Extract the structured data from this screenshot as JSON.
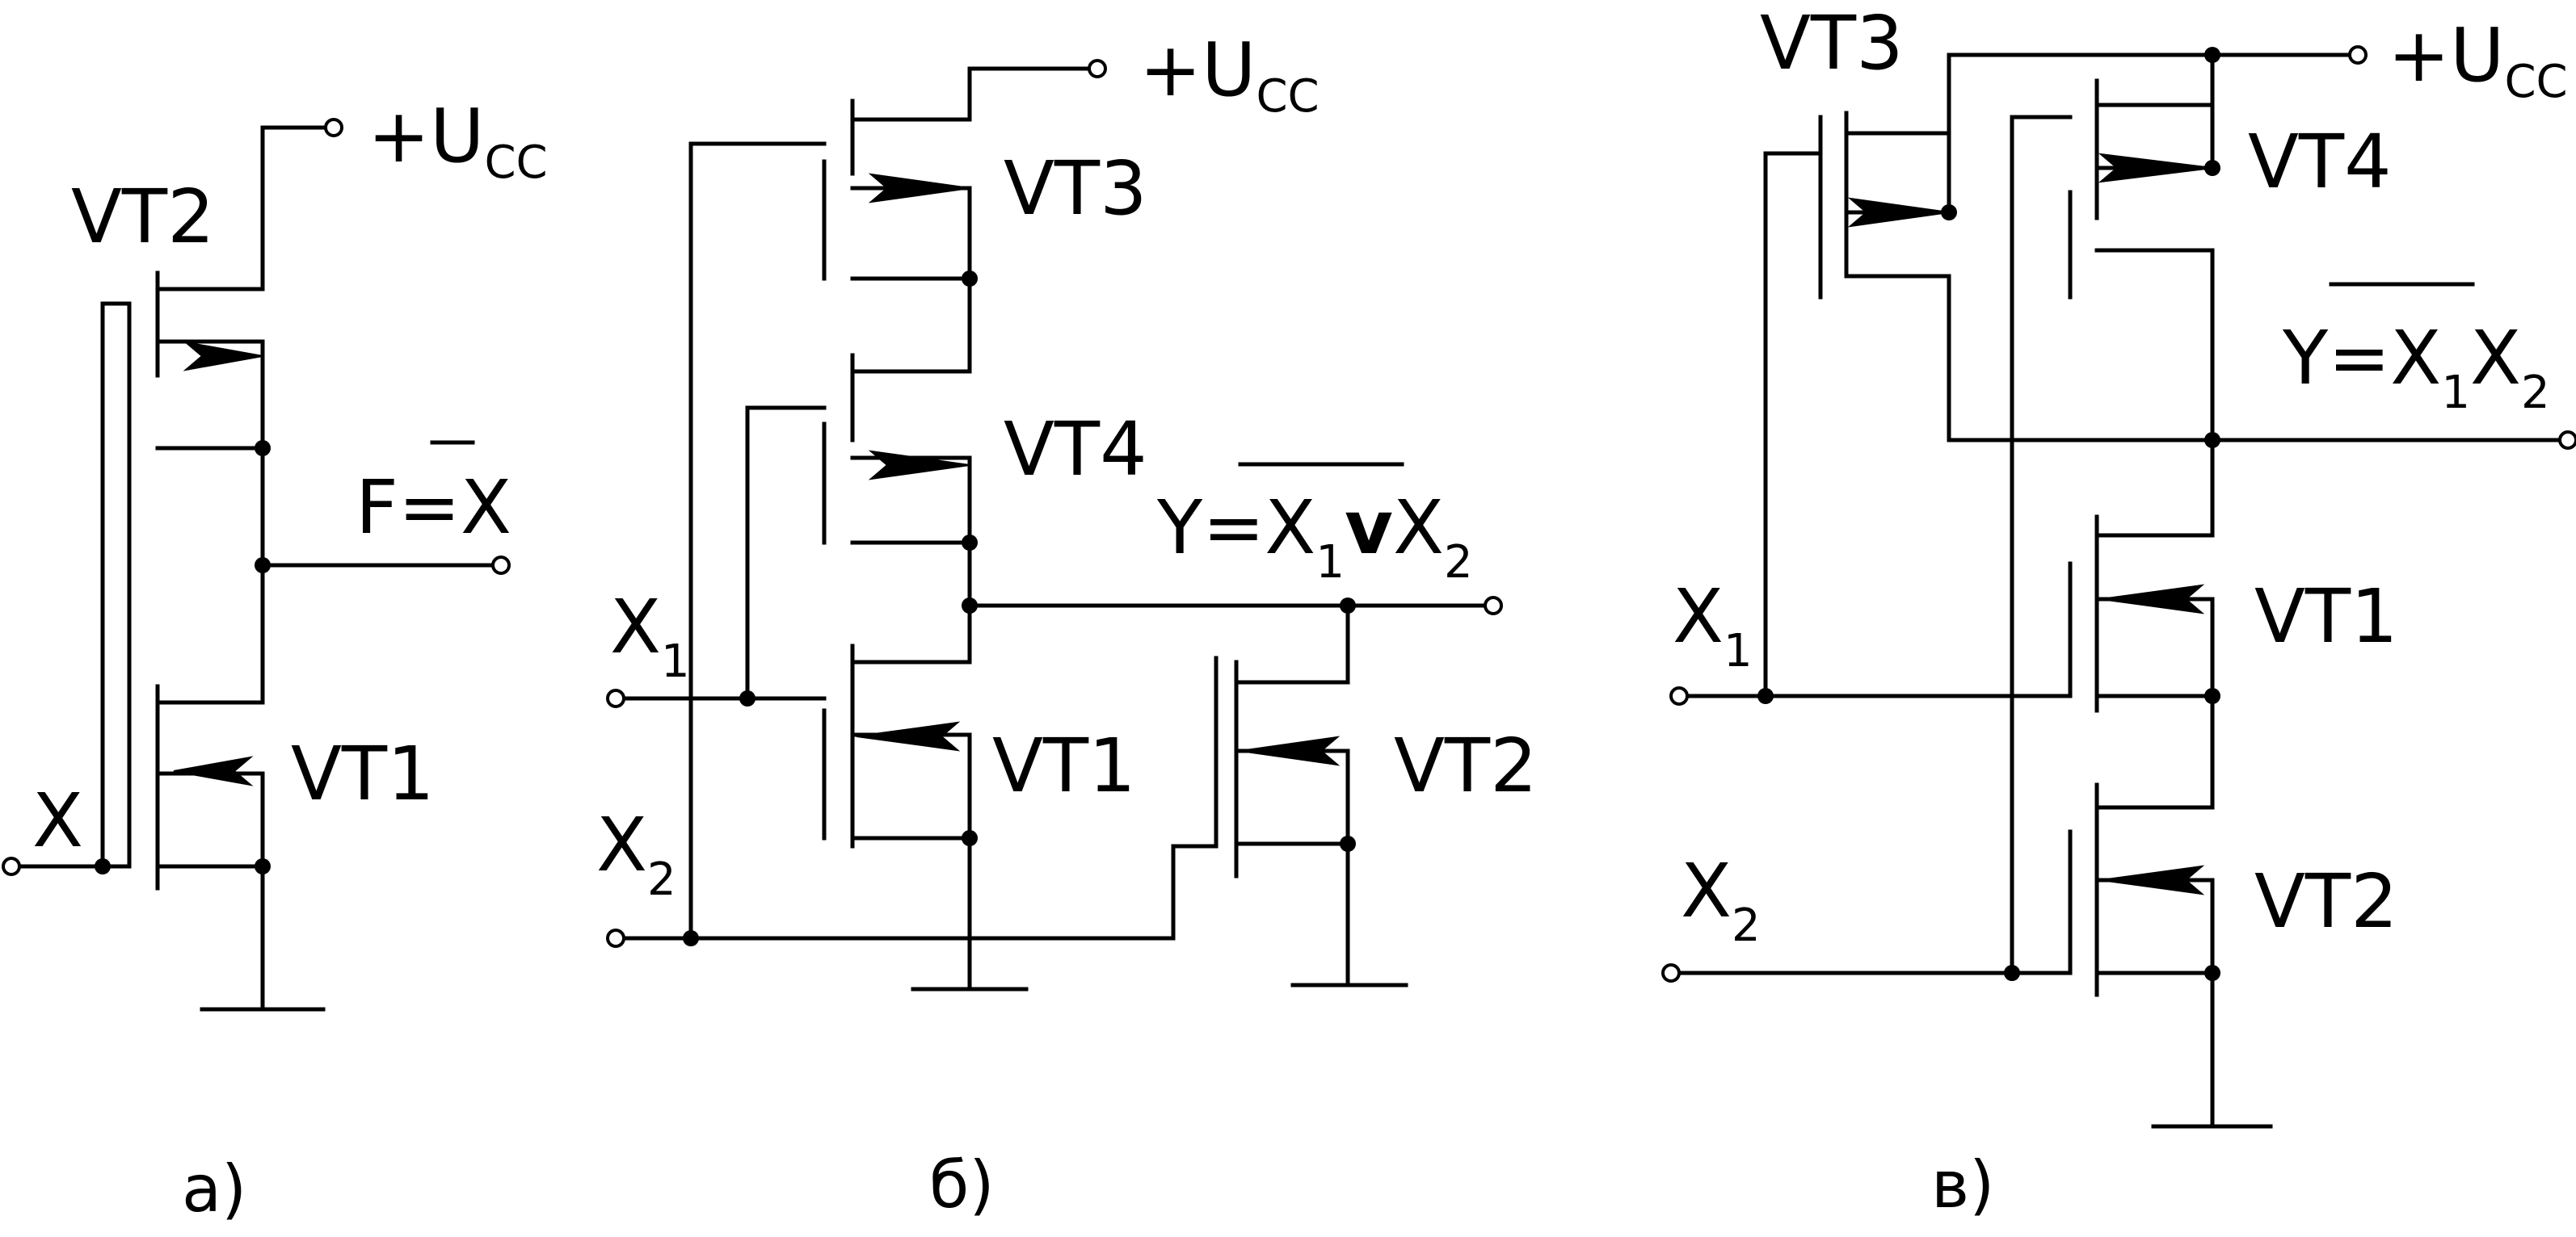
{
  "diagram_a": {
    "transistors": {
      "top": "VT2",
      "bottom": "VT1"
    },
    "supply": "+U",
    "supply_sub": "CC",
    "input": "X",
    "output_lhs": "F=",
    "output_var": "X",
    "caption": "а)"
  },
  "diagram_b": {
    "transistors": {
      "t3": "VT3",
      "t4": "VT4",
      "t1": "VT1",
      "t2": "VT2"
    },
    "supply": "+U",
    "supply_sub": "CC",
    "inputs": [
      {
        "name": "X",
        "sub": "1"
      },
      {
        "name": "X",
        "sub": "2"
      }
    ],
    "output": {
      "lhs": "Y=",
      "v1": "X",
      "s1": "1",
      "op": "v",
      "v2": "X",
      "s2": "2"
    },
    "caption": "б)"
  },
  "diagram_c": {
    "transistors": {
      "t3": "VT3",
      "t4": "VT4",
      "t1": "VT1",
      "t2": "VT2"
    },
    "supply": "+U",
    "supply_sub": "CC",
    "inputs": [
      {
        "name": "X",
        "sub": "1"
      },
      {
        "name": "X",
        "sub": "2"
      }
    ],
    "output": {
      "lhs": "Y=",
      "v1": "X",
      "s1": "1",
      "v2": "X",
      "s2": "2"
    },
    "caption": "в)"
  }
}
